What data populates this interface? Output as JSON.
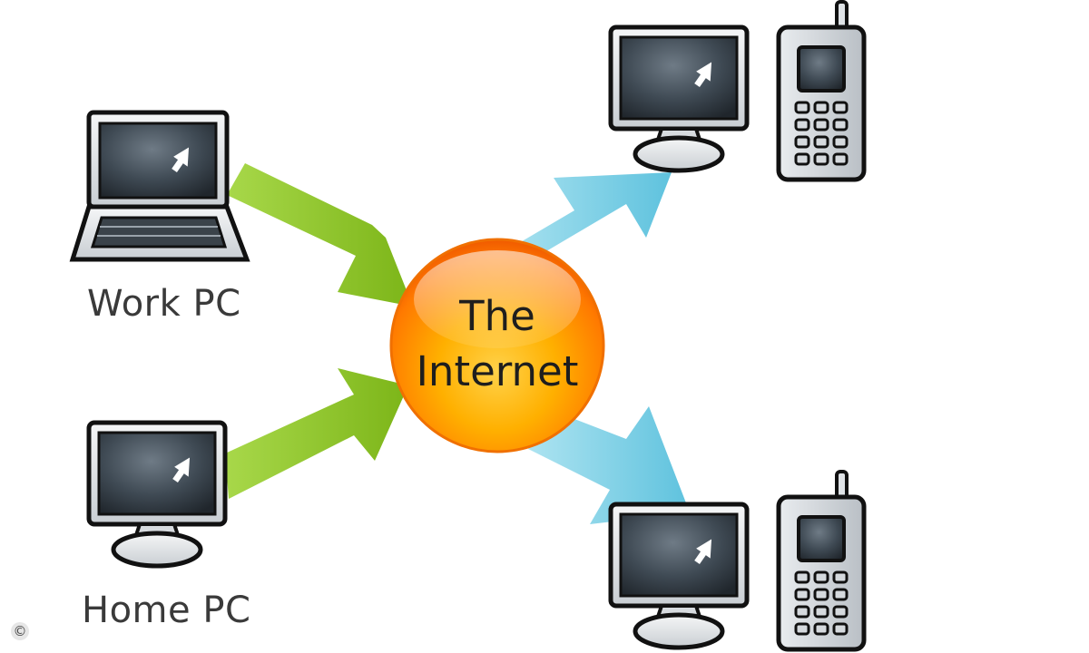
{
  "hub": {
    "line1": "The",
    "line2": "Internet"
  },
  "sources": [
    {
      "label": "Work PC",
      "device": "laptop-icon"
    },
    {
      "label": "Home PC",
      "device": "desktop-monitor-icon"
    }
  ],
  "destinations": [
    {
      "devices": [
        "desktop-monitor-icon",
        "mobile-phone-icon"
      ]
    },
    {
      "devices": [
        "desktop-monitor-icon",
        "mobile-phone-icon"
      ]
    }
  ],
  "copyright_mark": "©",
  "colors": {
    "incoming_arrow": "#8cc320",
    "outgoing_arrow": "#5ec4de",
    "hub": "#ff8a00",
    "device_frame": "#111111",
    "screen": "#3f4a54"
  }
}
